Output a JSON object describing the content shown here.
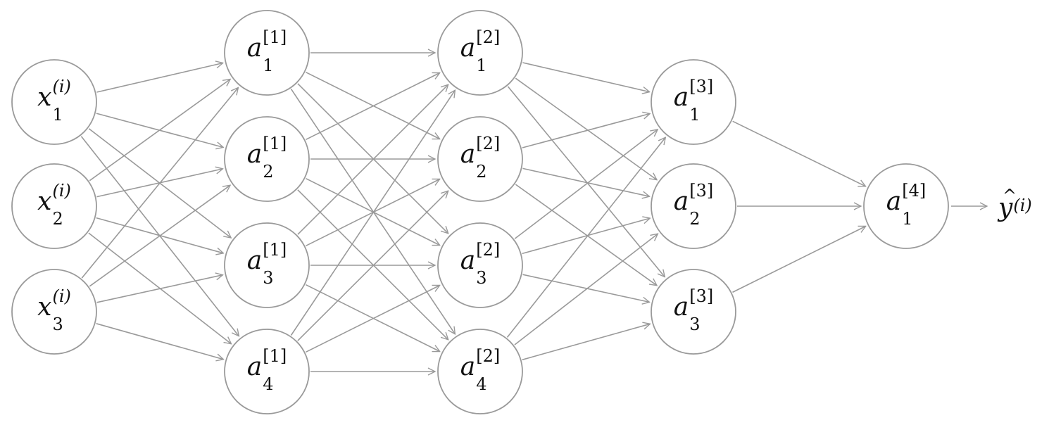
{
  "diagram": {
    "layers": [
      {
        "name": "input",
        "nodes": [
          {
            "base": "x",
            "sub": "1",
            "sup": "(i)"
          },
          {
            "base": "x",
            "sub": "2",
            "sup": "(i)"
          },
          {
            "base": "x",
            "sub": "3",
            "sup": "(i)"
          }
        ]
      },
      {
        "name": "hidden-1",
        "nodes": [
          {
            "base": "a",
            "sub": "1",
            "sup": "[1]"
          },
          {
            "base": "a",
            "sub": "2",
            "sup": "[1]"
          },
          {
            "base": "a",
            "sub": "3",
            "sup": "[1]"
          },
          {
            "base": "a",
            "sub": "4",
            "sup": "[1]"
          }
        ]
      },
      {
        "name": "hidden-2",
        "nodes": [
          {
            "base": "a",
            "sub": "1",
            "sup": "[2]"
          },
          {
            "base": "a",
            "sub": "2",
            "sup": "[2]"
          },
          {
            "base": "a",
            "sub": "3",
            "sup": "[2]"
          },
          {
            "base": "a",
            "sub": "4",
            "sup": "[2]"
          }
        ]
      },
      {
        "name": "hidden-3",
        "nodes": [
          {
            "base": "a",
            "sub": "1",
            "sup": "[3]"
          },
          {
            "base": "a",
            "sub": "2",
            "sup": "[3]"
          },
          {
            "base": "a",
            "sub": "3",
            "sup": "[3]"
          }
        ]
      },
      {
        "name": "output",
        "nodes": [
          {
            "base": "a",
            "sub": "1",
            "sup": "[4]"
          }
        ]
      }
    ],
    "output": {
      "base": "y",
      "hat": "^",
      "sup": "(i)"
    },
    "colors": {
      "node_stroke": "#9a9a9a",
      "edge": "#9a9a9a",
      "text": "#111111",
      "background": "#ffffff"
    }
  }
}
